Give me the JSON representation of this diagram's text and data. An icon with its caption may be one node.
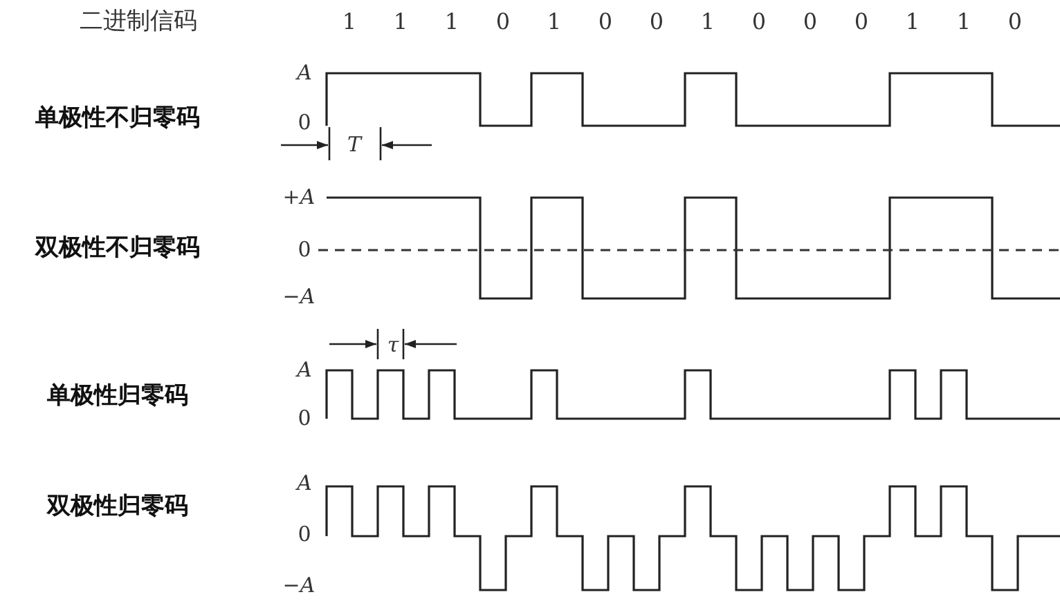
{
  "diagram": {
    "labels": [
      "二进制信码",
      "1",
      "1",
      "1",
      "0",
      "1",
      "0",
      "0",
      "1",
      "0",
      "0",
      "0",
      "1",
      "1",
      "0",
      "A",
      "单极性不归零码",
      "0",
      "T",
      "+A",
      "双极性不归零码",
      "0",
      "−A",
      "τ",
      "A",
      "单极性归零码",
      "0",
      "A",
      "双极性归零码",
      "0",
      "−A"
    ]
  }
}
